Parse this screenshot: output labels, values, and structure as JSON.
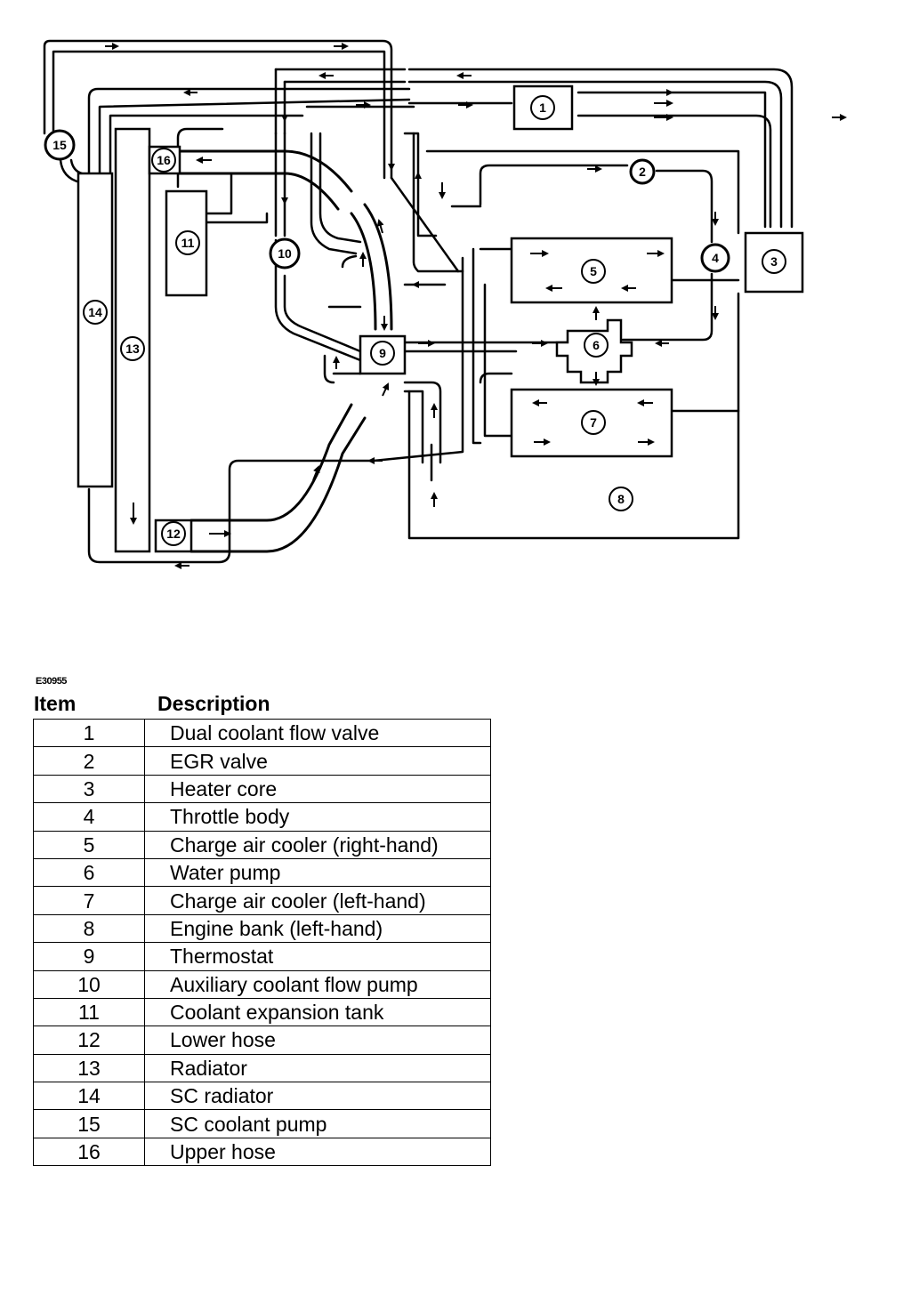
{
  "figure_code": "E30955",
  "header": {
    "item": "Item",
    "description": "Description"
  },
  "items": [
    {
      "num": "1",
      "desc": "Dual coolant flow valve"
    },
    {
      "num": "2",
      "desc": "EGR valve"
    },
    {
      "num": "3",
      "desc": "Heater core"
    },
    {
      "num": "4",
      "desc": "Throttle body"
    },
    {
      "num": "5",
      "desc": "Charge air cooler (right-hand)"
    },
    {
      "num": "6",
      "desc": "Water pump"
    },
    {
      "num": "7",
      "desc": "Charge air cooler (left-hand)"
    },
    {
      "num": "8",
      "desc": "Engine bank (left-hand)"
    },
    {
      "num": "9",
      "desc": "Thermostat"
    },
    {
      "num": "10",
      "desc": "Auxiliary coolant flow pump"
    },
    {
      "num": "11",
      "desc": "Coolant expansion tank"
    },
    {
      "num": "12",
      "desc": "Lower hose"
    },
    {
      "num": "13",
      "desc": "Radiator"
    },
    {
      "num": "14",
      "desc": "SC radiator"
    },
    {
      "num": "15",
      "desc": "SC coolant pump"
    },
    {
      "num": "16",
      "desc": "Upper hose"
    }
  ],
  "callouts": [
    "1",
    "2",
    "3",
    "4",
    "5",
    "6",
    "7",
    "8",
    "9",
    "10",
    "11",
    "12",
    "13",
    "14",
    "15",
    "16"
  ]
}
